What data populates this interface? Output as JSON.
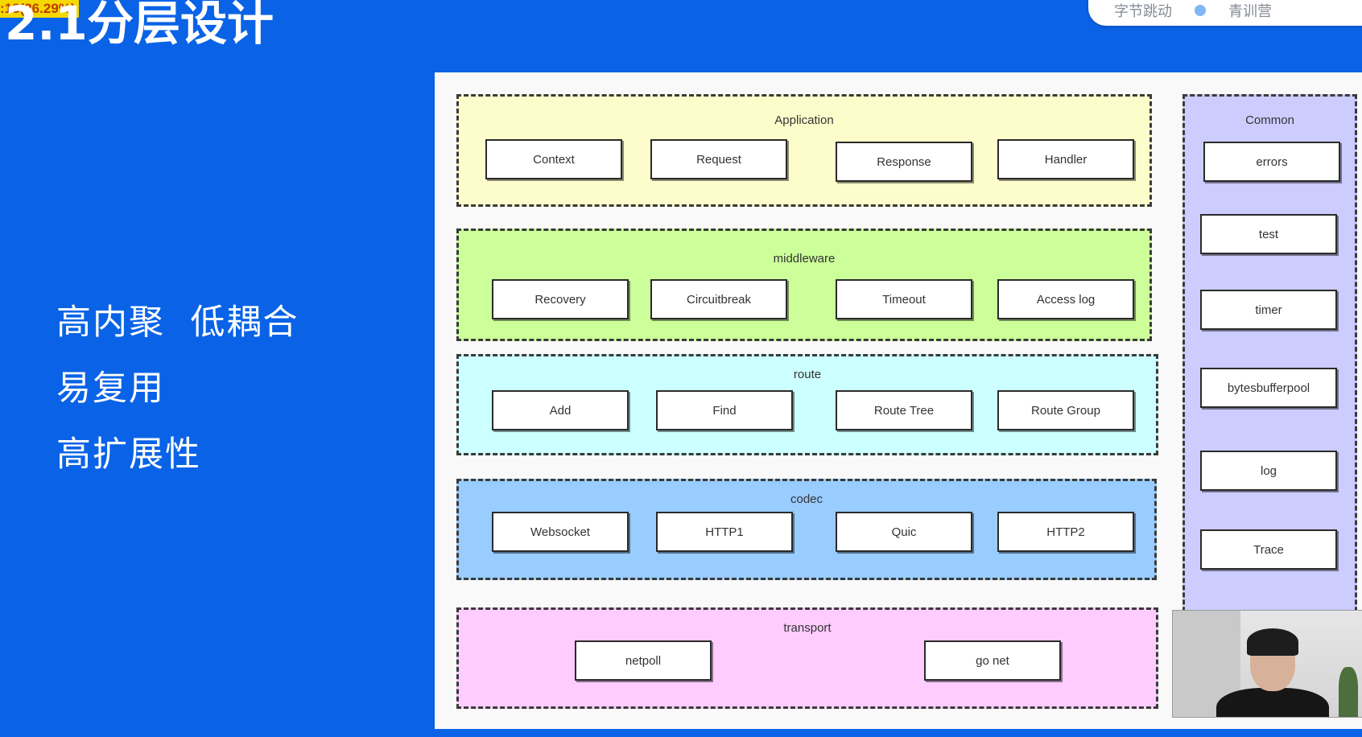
{
  "progress_badge": ":18(26.29%)",
  "slide": {
    "title_number": "2.1",
    "title_text": "分层设计",
    "bullets": [
      "高内聚  低耦合",
      "易复用",
      "高扩展性"
    ],
    "top_bar_items": [
      "字节跳动",
      "青训营"
    ]
  },
  "diagram": {
    "layers": [
      {
        "label": "Application",
        "color": "#fdfdcc",
        "components": [
          "Context",
          "Request",
          "Response",
          "Handler"
        ]
      },
      {
        "label": "middleware",
        "color": "#ccff99",
        "components": [
          "Recovery",
          "Circuitbreak",
          "Timeout",
          "Access log"
        ]
      },
      {
        "label": "route",
        "color": "#ccffff",
        "components": [
          "Add",
          "Find",
          "Route Tree",
          "Route Group"
        ]
      },
      {
        "label": "codec",
        "color": "#99ccff",
        "components": [
          "Websocket",
          "HTTP1",
          "Quic",
          "HTTP2"
        ]
      },
      {
        "label": "transport",
        "color": "#ffccff",
        "components": [
          "netpoll",
          "go net"
        ]
      }
    ],
    "common": {
      "label": "Common",
      "color": "#ccccff",
      "components": [
        "errors",
        "test",
        "timer",
        "bytesbufferpool",
        "log",
        "Trace"
      ]
    }
  },
  "webcam": {
    "icon": "presenter-video"
  }
}
